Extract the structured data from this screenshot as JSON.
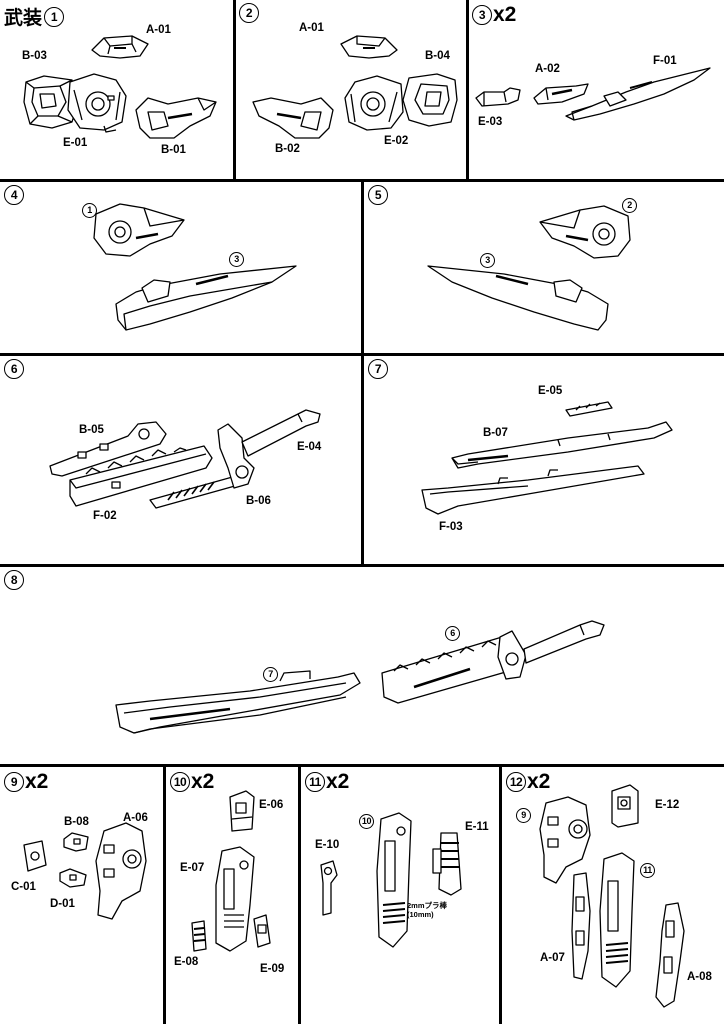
{
  "steps": {
    "s1": {
      "prefix": "武装",
      "num": "1",
      "mult": ""
    },
    "s2": {
      "num": "2"
    },
    "s3": {
      "num": "3",
      "mult": "x2"
    },
    "s4": {
      "num": "4"
    },
    "s5": {
      "num": "5"
    },
    "s6": {
      "num": "6"
    },
    "s7": {
      "num": "7"
    },
    "s8": {
      "num": "8"
    },
    "s9": {
      "num": "9",
      "mult": "x2"
    },
    "s10": {
      "num": "10",
      "mult": "x2"
    },
    "s11": {
      "num": "11",
      "mult": "x2"
    },
    "s12": {
      "num": "12",
      "mult": "x2"
    }
  },
  "refs": {
    "one": "1",
    "two": "2",
    "three": "3",
    "six": "6",
    "seven": "7",
    "nine": "9",
    "ten": "10",
    "eleven": "11"
  },
  "labels": {
    "A01": "A-01",
    "A02": "A-02",
    "A06": "A-06",
    "A07": "A-07",
    "A08": "A-08",
    "B01": "B-01",
    "B02": "B-02",
    "B03": "B-03",
    "B04": "B-04",
    "B05": "B-05",
    "B06": "B-06",
    "B07": "B-07",
    "B08": "B-08",
    "C01": "C-01",
    "D01": "D-01",
    "E01": "E-01",
    "E02": "E-02",
    "E03": "E-03",
    "E04": "E-04",
    "E05": "E-05",
    "E06": "E-06",
    "E07": "E-07",
    "E08": "E-08",
    "E09": "E-09",
    "E10": "E-10",
    "E11": "E-11",
    "E12": "E-12",
    "F01": "F-01",
    "F02": "F-02",
    "F03": "F-03"
  },
  "notes": {
    "rod_line1": "2mmプラ棒",
    "rod_line2": "(10mm)"
  }
}
